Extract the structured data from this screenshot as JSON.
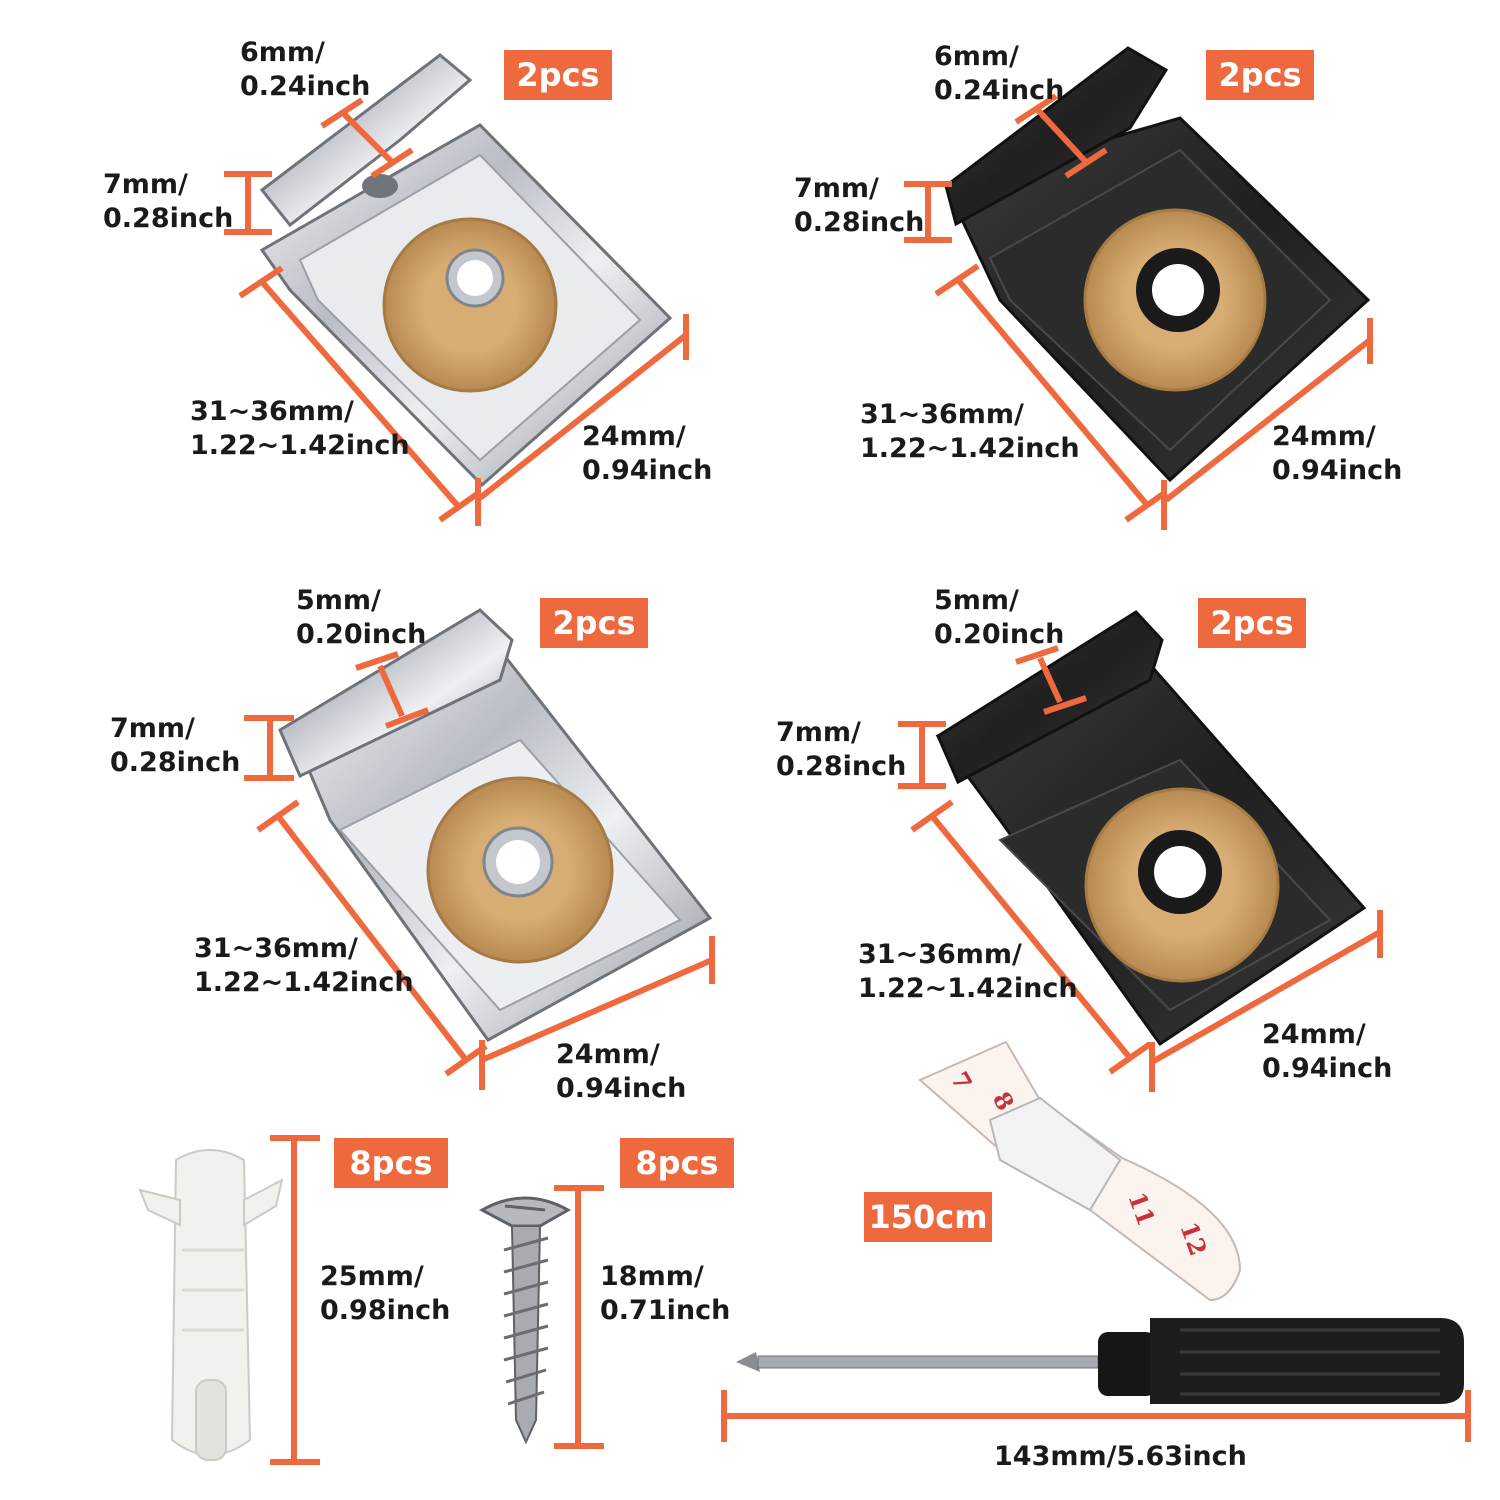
{
  "colors": {
    "accent": "#ee6a3e",
    "silver": "#c9ccd1",
    "black_metal": "#2a2a2a",
    "cork": "#c99a5e"
  },
  "clip_silver_6mm": {
    "qty": "2pcs",
    "lip_l1": "6mm/",
    "lip_l2": "0.24inch",
    "h_l1": "7mm/",
    "h_l2": "0.28inch",
    "len_l1": "31~36mm/",
    "len_l2": "1.22~1.42inch",
    "w_l1": "24mm/",
    "w_l2": "0.94inch"
  },
  "clip_black_6mm": {
    "qty": "2pcs",
    "lip_l1": "6mm/",
    "lip_l2": "0.24inch",
    "h_l1": "7mm/",
    "h_l2": "0.28inch",
    "len_l1": "31~36mm/",
    "len_l2": "1.22~1.42inch",
    "w_l1": "24mm/",
    "w_l2": "0.94inch"
  },
  "clip_silver_5mm": {
    "qty": "2pcs",
    "lip_l1": "5mm/",
    "lip_l2": "0.20inch",
    "h_l1": "7mm/",
    "h_l2": "0.28inch",
    "len_l1": "31~36mm/",
    "len_l2": "1.22~1.42inch",
    "w_l1": "24mm/",
    "w_l2": "0.94inch"
  },
  "clip_black_5mm": {
    "qty": "2pcs",
    "lip_l1": "5mm/",
    "lip_l2": "0.20inch",
    "h_l1": "7mm/",
    "h_l2": "0.28inch",
    "len_l1": "31~36mm/",
    "len_l2": "1.22~1.42inch",
    "w_l1": "24mm/",
    "w_l2": "0.94inch"
  },
  "anchor": {
    "qty": "8pcs",
    "len_l1": "25mm/",
    "len_l2": "0.98inch"
  },
  "screw": {
    "qty": "8pcs",
    "len_l1": "18mm/",
    "len_l2": "0.71inch"
  },
  "tape": {
    "length": "150cm",
    "marks": [
      "7",
      "8",
      "11",
      "12"
    ]
  },
  "screwdriver": {
    "length": "143mm/5.63inch"
  }
}
